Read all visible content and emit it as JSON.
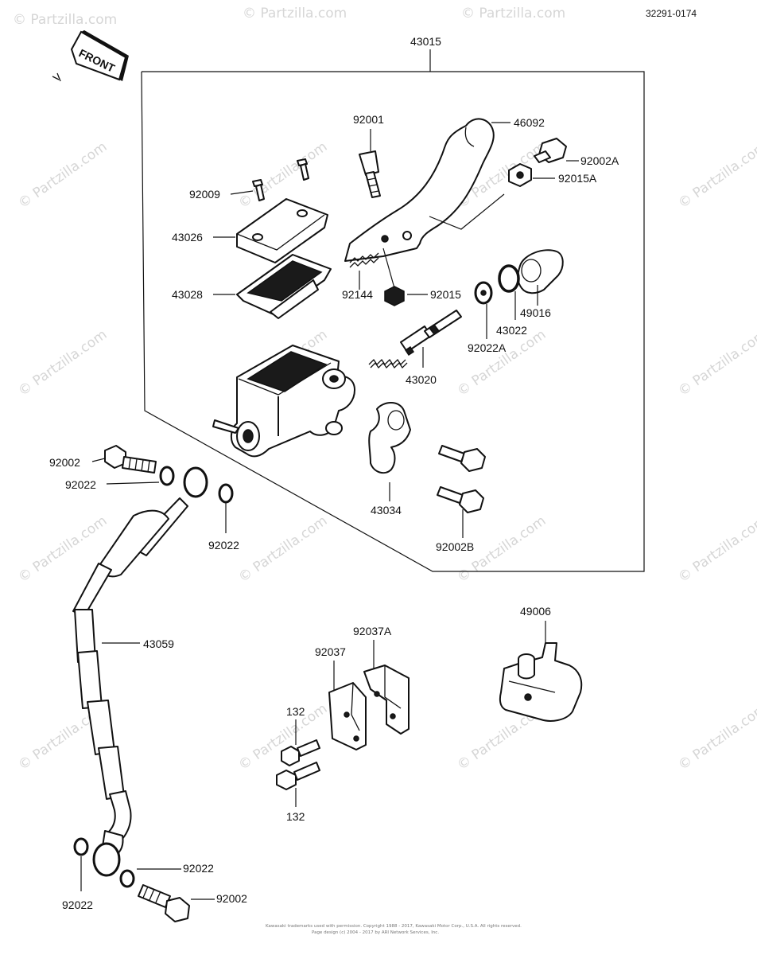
{
  "diagram_code": "32291-0174",
  "front_label": "FRONT",
  "watermark_text": "© Partzilla.com",
  "footer": {
    "line1": "Kawasaki trademarks used with permission. Copyright 1988 - 2017, Kawasaki Motor Corp., U.S.A.  All rights reserved.",
    "line2": "Page design (c) 2004 - 2017 by ARI Network Services, Inc."
  },
  "parts": {
    "p43015": "43015",
    "p92001": "92001",
    "p46092": "46092",
    "p92002A": "92002A",
    "p92015A": "92015A",
    "p92009": "92009",
    "p43026": "43026",
    "p43028": "43028",
    "p92144": "92144",
    "p92015": "92015",
    "p49016": "49016",
    "p43022": "43022",
    "p92022A": "92022A",
    "p43020": "43020",
    "p43034": "43034",
    "p92002B": "92002B",
    "p92002_top": "92002",
    "p92022_top_left": "92022",
    "p92022_top_right": "92022",
    "p43059": "43059",
    "p92037A": "92037A",
    "p92037": "92037",
    "p49006": "49006",
    "p132_top": "132",
    "p132_bottom": "132",
    "p92022_bottom_right": "92022",
    "p92022_bottom_left": "92022",
    "p92002_bottom": "92002"
  }
}
